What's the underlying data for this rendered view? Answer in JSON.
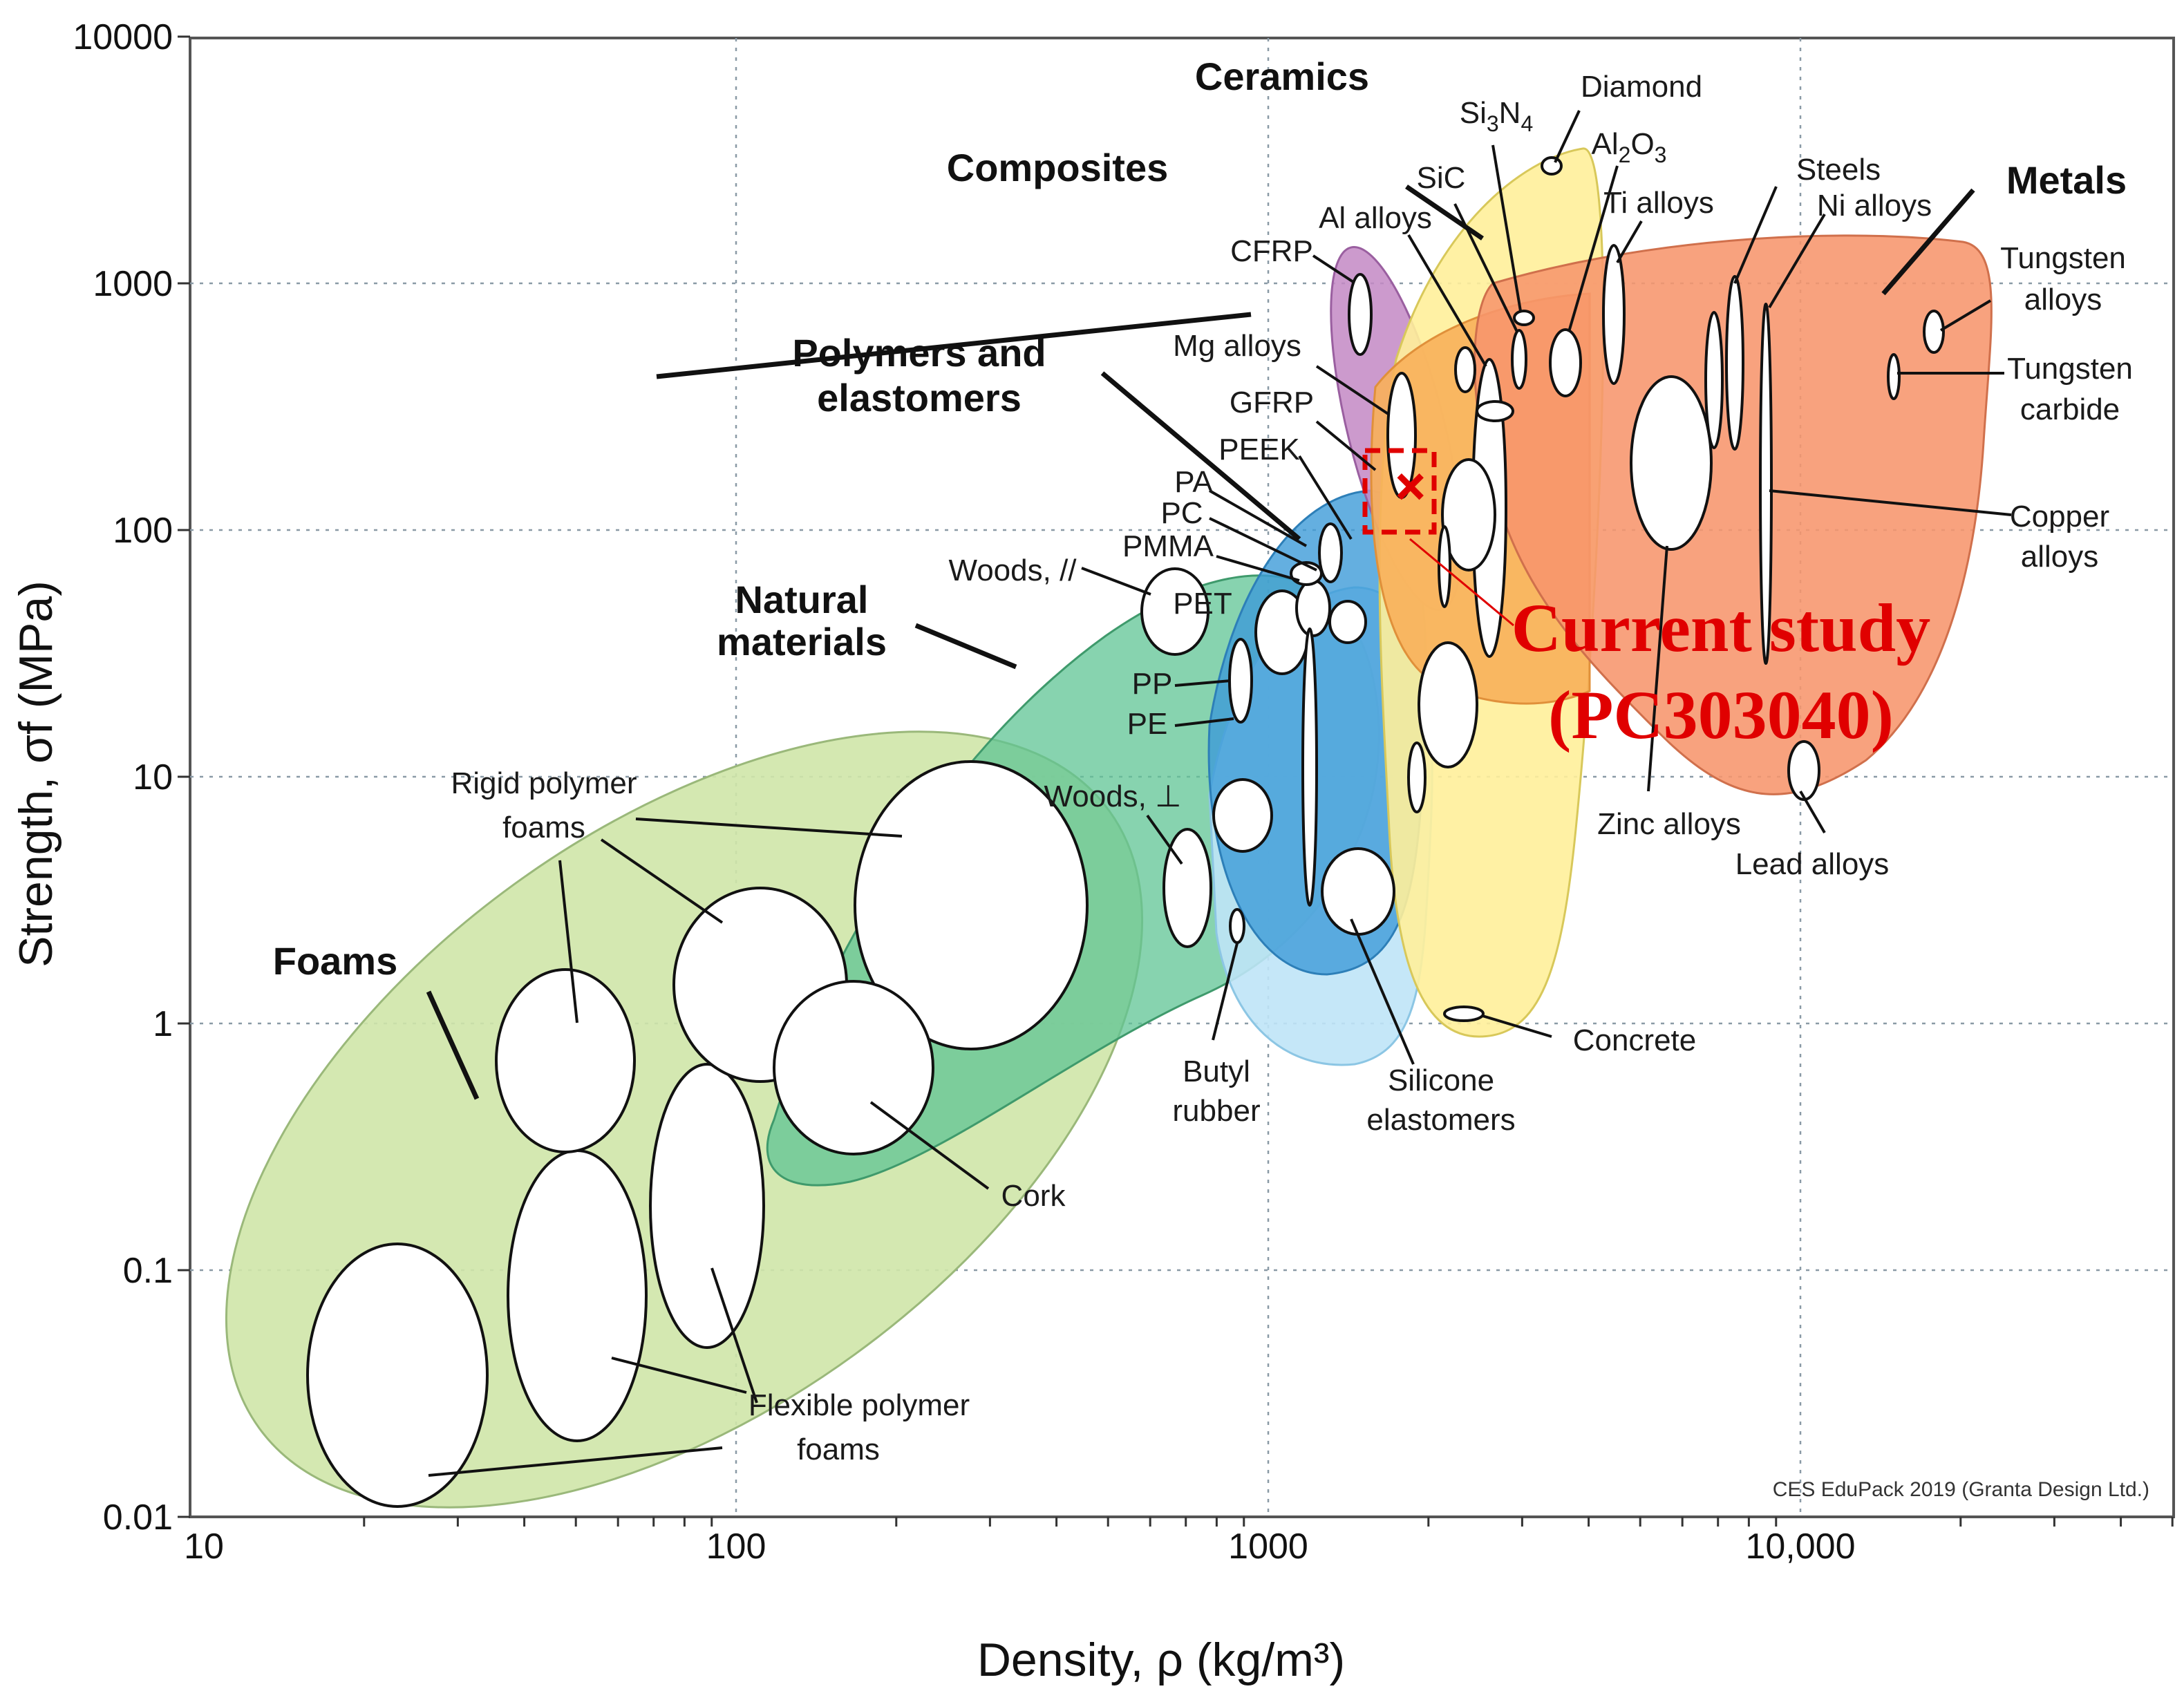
{
  "chart_data": {
    "type": "scatter",
    "xlabel": "Density, ρ  (kg/m³)",
    "ylabel": "Strength, σf  (MPa)",
    "xscale": "log",
    "yscale": "log",
    "xlim": [
      10,
      60000
    ],
    "ylim": [
      0.01,
      10000
    ],
    "grid": true,
    "x_ticks": [
      "10",
      "100",
      "1000",
      "10,000"
    ],
    "y_ticks": [
      "0.01",
      "0.1",
      "1",
      "10",
      "100",
      "1000",
      "10000"
    ],
    "families": [
      {
        "name": "Foams",
        "color": "#cfe6a8"
      },
      {
        "name": "Natural materials",
        "color": "#5fc494"
      },
      {
        "name": "Polymers and elastomers",
        "color": "#4aa6dc"
      },
      {
        "name": "Composites",
        "color": "#c388c4"
      },
      {
        "name": "Ceramics",
        "color": "#fff09a"
      },
      {
        "name": "Metals",
        "color": "#f7956c"
      }
    ],
    "materials": [
      {
        "name": "Tungsten alloys",
        "x": 19000,
        "y": 700
      },
      {
        "name": "Tungsten carbide",
        "x": 15800,
        "y": 450
      },
      {
        "name": "Copper alloys",
        "x": 8900,
        "y": 250
      },
      {
        "name": "Zinc alloys",
        "x": 6000,
        "y": 170
      },
      {
        "name": "Lead alloys",
        "x": 11000,
        "y": 12
      },
      {
        "name": "Steels",
        "x": 7850,
        "y": 800
      },
      {
        "name": "Ni alloys",
        "x": 8900,
        "y": 600
      },
      {
        "name": "Ti alloys",
        "x": 4500,
        "y": 700
      },
      {
        "name": "Al alloys",
        "x": 2700,
        "y": 200
      },
      {
        "name": "Mg alloys",
        "x": 1800,
        "y": 200
      },
      {
        "name": "Diamond",
        "x": 3500,
        "y": 3000
      },
      {
        "name": "Al2O3",
        "x": 3900,
        "y": 500
      },
      {
        "name": "Si3N4",
        "x": 3200,
        "y": 800
      },
      {
        "name": "SiC",
        "x": 3150,
        "y": 600
      },
      {
        "name": "CFRP",
        "x": 1550,
        "y": 800
      },
      {
        "name": "GFRP",
        "x": 1900,
        "y": 150
      },
      {
        "name": "Concrete",
        "x": 2400,
        "y": 1.1
      },
      {
        "name": "PEEK",
        "x": 1300,
        "y": 100
      },
      {
        "name": "PA",
        "x": 1140,
        "y": 70
      },
      {
        "name": "PC",
        "x": 1200,
        "y": 60
      },
      {
        "name": "PMMA",
        "x": 1180,
        "y": 55
      },
      {
        "name": "PET",
        "x": 1380,
        "y": 55
      },
      {
        "name": "PP",
        "x": 900,
        "y": 30
      },
      {
        "name": "PE",
        "x": 950,
        "y": 20
      },
      {
        "name": "Woods, //",
        "x": 650,
        "y": 50
      },
      {
        "name": "Woods, ⊥",
        "x": 700,
        "y": 4
      },
      {
        "name": "Butyl rubber",
        "x": 920,
        "y": 2.5
      },
      {
        "name": "Silicone elastomers",
        "x": 1500,
        "y": 3.5
      },
      {
        "name": "Cork",
        "x": 170,
        "y": 0.7
      },
      {
        "name": "Rigid polymer foams",
        "x": 110,
        "y": 1
      },
      {
        "name": "Flexible polymer foams",
        "x": 50,
        "y": 0.04
      }
    ],
    "highlight": {
      "name": "Current study (PC303040)",
      "x": 1850,
      "y": 150
    }
  },
  "labels": {
    "foams": "Foams",
    "natural": [
      "Natural",
      "materials"
    ],
    "polymers": [
      "Polymers and",
      "elastomers"
    ],
    "composites": "Composites",
    "ceramics": "Ceramics",
    "metals": "Metals",
    "current_study": [
      "Current study",
      "(PC303040)"
    ],
    "credit": "CES EduPack 2019 (Granta Design Ltd.)",
    "tungsten_alloys": [
      "Tungsten",
      "alloys"
    ],
    "tungsten_carbide": [
      "Tungsten",
      "carbide"
    ],
    "copper_alloys": [
      "Copper",
      "alloys"
    ],
    "zinc_alloys": "Zinc alloys",
    "lead_alloys": "Lead alloys",
    "steels": "Steels",
    "ni_alloys": "Ni alloys",
    "ti_alloys": "Ti alloys",
    "al_alloys": "Al alloys",
    "mg_alloys": "Mg alloys",
    "diamond": "Diamond",
    "sic": "SiC",
    "cfrp": "CFRP",
    "gfrp": "GFRP",
    "peek": "PEEK",
    "pa": "PA",
    "pc": "PC",
    "pmma": "PMMA",
    "pet": "PET",
    "pp": "PP",
    "pe": "PE",
    "woods_para": "Woods, //",
    "woods_perp": "Woods, ⊥",
    "rigid_foams": [
      "Rigid polymer",
      "foams"
    ],
    "flexible_foams": [
      "Flexible polymer",
      "foams"
    ],
    "cork": "Cork",
    "butyl": [
      "Butyl",
      "rubber"
    ],
    "silicone": [
      "Silicone",
      "elastomers"
    ],
    "concrete": "Concrete"
  }
}
